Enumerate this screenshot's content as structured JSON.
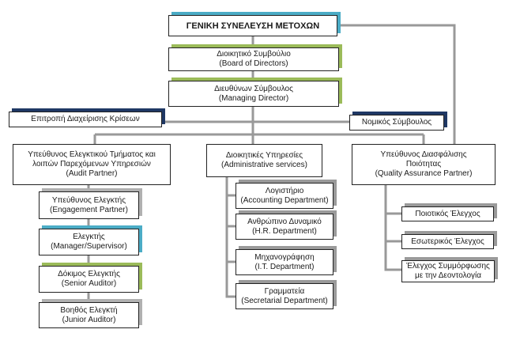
{
  "chart": {
    "general_assembly": "ΓΕΝΙΚΗ ΣΥΝΕΛΕΥΣΗ ΜΕΤΟΧΩΝ",
    "board": {
      "line1": "Διοικητικό Συμβούλιο",
      "line2": "(Board of Directors)"
    },
    "managing_director": {
      "line1": "Διευθύνων Σύμβουλος",
      "line2": "(Managing Director)"
    },
    "crisis_committee": "Επιτροπή Διαχείρισης Κρίσεων",
    "legal_advisor": "Νομικός Σύμβουλος",
    "audit_partner": {
      "line1": "Υπεύθυνος Ελεγκτικού Τμήματος και",
      "line2": "λοιπών Παρεχόμενων Υπηρεσιών",
      "line3": "(Audit Partner)"
    },
    "admin_services": {
      "line1": "Διοικητικές Υπηρεσίες",
      "line2": "(Administrative services)"
    },
    "qa_partner": {
      "line1": "Υπεύθυνος Διασφάλισης",
      "line2": "Ποιότητας",
      "line3": "(Quality Assurance Partner)"
    },
    "audit_chain": [
      {
        "line1": "Υπεύθυνος Ελεγκτής",
        "line2": "(Engagement Partner)"
      },
      {
        "line1": "Ελεγκτής",
        "line2": "(Manager/Supervisor)"
      },
      {
        "line1": "Δόκιμος Ελεγκτής",
        "line2": "(Senior Auditor)"
      },
      {
        "line1": "Βοηθός Ελεγκτή",
        "line2": "(Junior Auditor)"
      }
    ],
    "admin_departments": [
      {
        "line1": "Λογιστήριο",
        "line2": "(Accounting Department)"
      },
      {
        "line1": "Ανθρώπινο Δυναμικό",
        "line2": "(H.R. Department)"
      },
      {
        "line1": "Μηχανογράφηση",
        "line2": "(I.T. Department)"
      },
      {
        "line1": "Γραμματεία",
        "line2": "(Secretarial Department)"
      }
    ],
    "qa_items": [
      {
        "line1": "Ποιοτικός Έλεγχος"
      },
      {
        "line1": "Εσωτερικός Έλεγχος"
      },
      {
        "line1": "Έλεγχος Συμμόρφωσης",
        "line2": "με την Δεοντολογία"
      }
    ],
    "colors": {
      "connector": "#999999",
      "accent_green": "#9bbb59",
      "accent_teal": "#4bacc6",
      "accent_navy": "#1f3864",
      "accent_gray": "#9a9a9a"
    }
  }
}
